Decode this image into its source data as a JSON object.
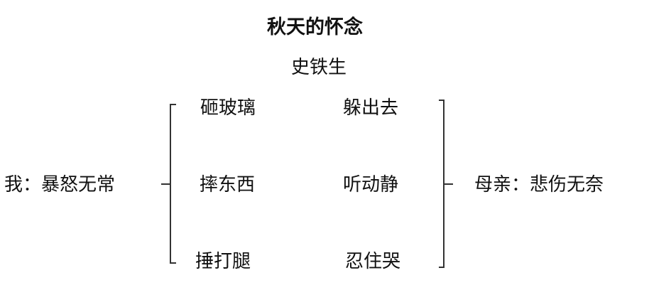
{
  "document": {
    "title": "秋天的怀念",
    "author": "史铁生"
  },
  "diagram": {
    "left_label": "我：暴怒无常",
    "right_label": "母亲：悲伤无奈",
    "me_actions": [
      "砸玻璃",
      "摔东西",
      "捶打腿"
    ],
    "mother_actions": [
      "躲出去",
      "听动静",
      "忍住哭"
    ]
  },
  "colors": {
    "text": "#111111",
    "bracket": "#333333",
    "background": "#ffffff"
  }
}
